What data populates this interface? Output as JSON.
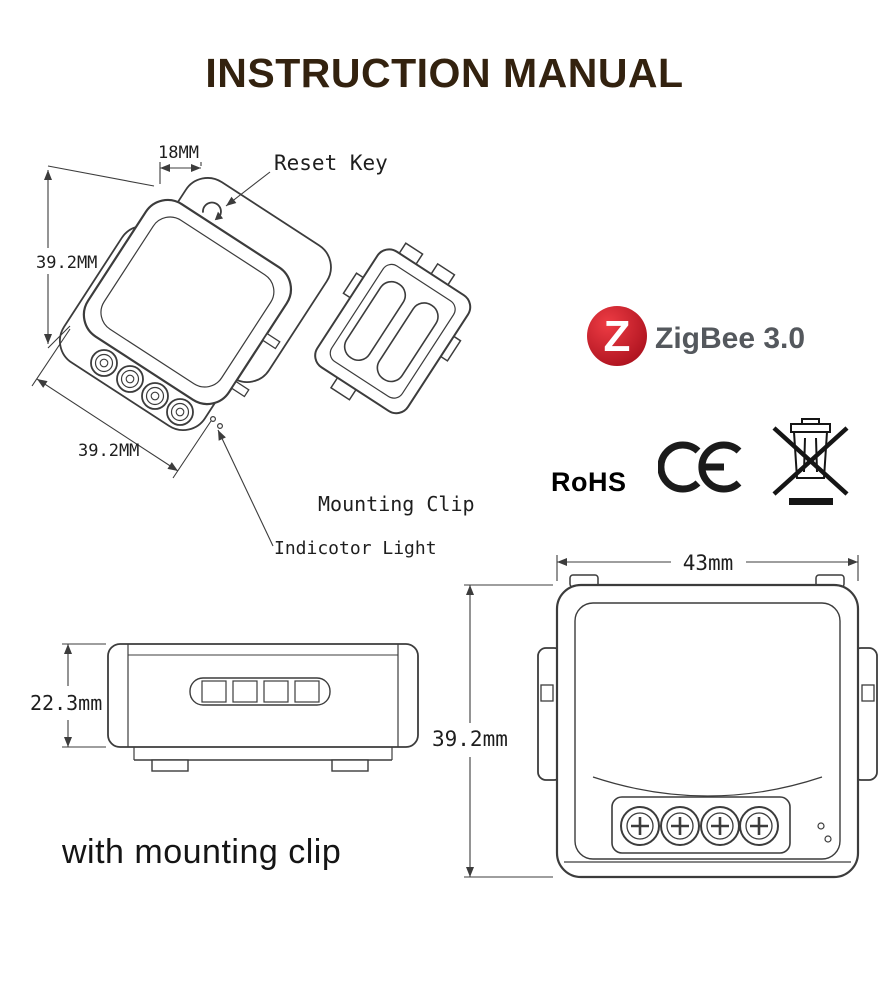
{
  "page": {
    "title": "INSTRUCTION MANUAL",
    "caption": "with mounting clip"
  },
  "iso_view": {
    "dim_thickness": "18MM",
    "dim_width_left": "39.2MM",
    "dim_width_bottom": "39.2MM",
    "label_reset_key": "Reset Key",
    "label_mounting_clip": "Mounting Clip",
    "label_indicator_light": "Indicotor Light"
  },
  "side_view": {
    "dim_height": "22.3mm"
  },
  "front_view": {
    "dim_width": "43mm",
    "dim_height": "39.2mm"
  },
  "certifications": {
    "zigbee_letter": "Z",
    "zigbee_label": "ZigBee 3.0",
    "rohs_label": "RoHS",
    "ce_icon": "CE-mark",
    "weee_icon": "crossed-out-wheelie-bin"
  },
  "colors": {
    "title_brown": "#33220f",
    "zigbee_red": "#c41e2e",
    "zigbee_text_gray": "#54585d",
    "line_color": "#3c3c3c"
  }
}
